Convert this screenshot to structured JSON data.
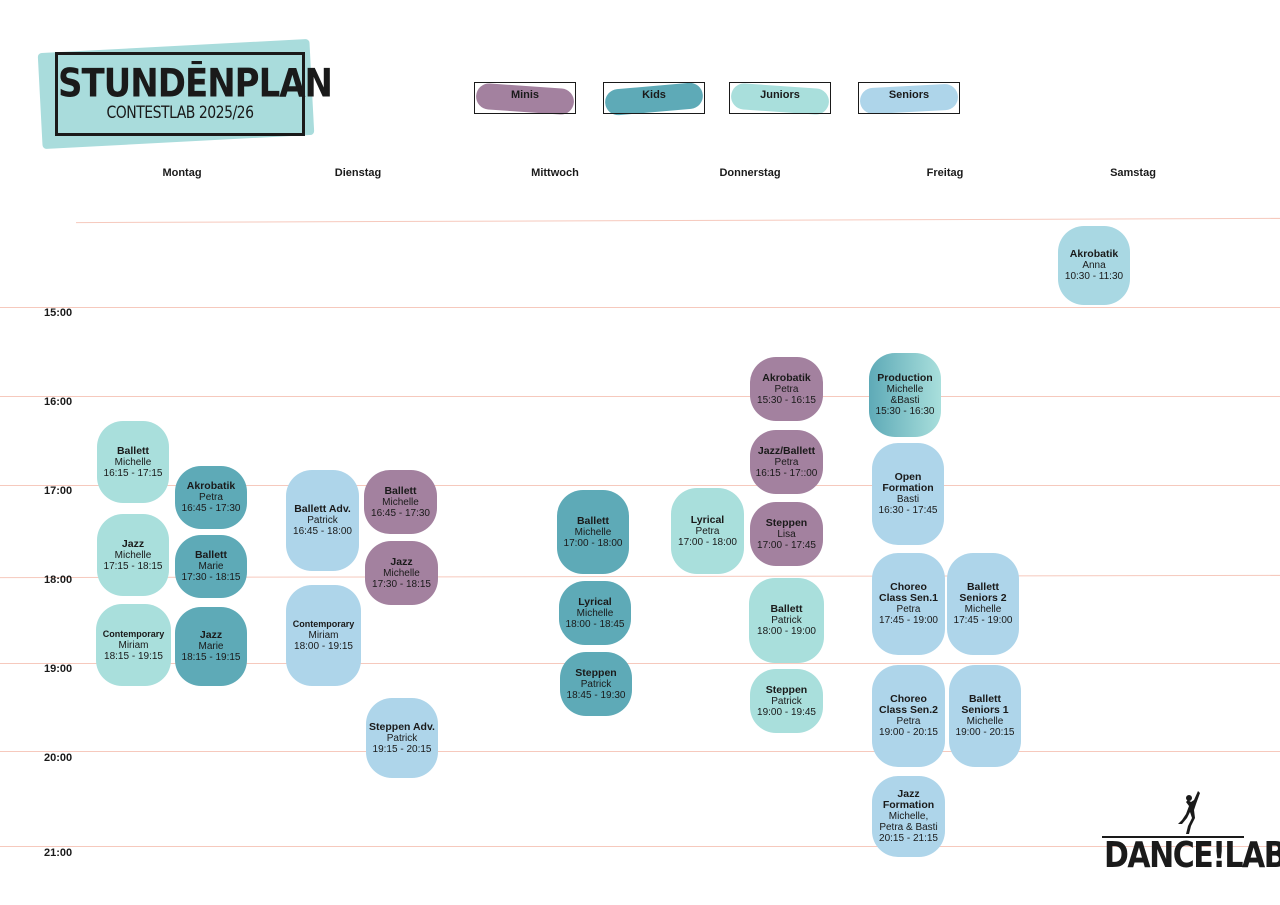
{
  "title": {
    "main": "STUNDĒNPLAN",
    "sub": "CONTESTLAB 2025/26"
  },
  "legend": [
    {
      "label": "Minis",
      "color": "#a3819f"
    },
    {
      "label": "Kids",
      "color": "#5eaab7"
    },
    {
      "label": "Juniors",
      "color": "#a9dfdc"
    },
    {
      "label": "Seniors",
      "color": "#aed5ea"
    }
  ],
  "days": [
    "Montag",
    "Dienstag",
    "Mittwoch",
    "Donnerstag",
    "Freitag",
    "Samstag"
  ],
  "times": [
    "15:00",
    "16:00",
    "17:00",
    "18:00",
    "19:00",
    "20:00",
    "21:00"
  ],
  "classes": [
    {
      "name": "Akrobatik",
      "teacher": "Anna",
      "time": "10:30 - 11:30",
      "group": "juniors-seniors"
    },
    {
      "name": "Ballett",
      "teacher": "Michelle",
      "time": "16:15 - 17:15",
      "group": "juniors"
    },
    {
      "name": "Akrobatik",
      "teacher": "Petra",
      "time": "16:45 - 17:30",
      "group": "kids"
    },
    {
      "name": "Jazz",
      "teacher": "Michelle",
      "time": "17:15 - 18:15",
      "group": "juniors"
    },
    {
      "name": "Ballett",
      "teacher": "Marie",
      "time": "17:30 - 18:15",
      "group": "kids"
    },
    {
      "name": "Contemporary",
      "teacher": "Miriam",
      "time": "18:15 - 19:15",
      "group": "juniors"
    },
    {
      "name": "Jazz",
      "teacher": "Marie",
      "time": "18:15 - 19:15",
      "group": "kids"
    },
    {
      "name": "Ballett Adv.",
      "teacher": "Patrick",
      "time": "16:45 - 18:00",
      "group": "seniors"
    },
    {
      "name": "Ballett",
      "teacher": "Michelle",
      "time": "16:45 - 17:30",
      "group": "minis"
    },
    {
      "name": "Jazz",
      "teacher": "Michelle",
      "time": "17:30 - 18:15",
      "group": "minis"
    },
    {
      "name": "Contemporary",
      "teacher": "Miriam",
      "time": "18:00 - 19:15",
      "group": "seniors"
    },
    {
      "name": "Steppen Adv.",
      "teacher": "Patrick",
      "time": "19:15 - 20:15",
      "group": "seniors"
    },
    {
      "name": "Ballett",
      "teacher": "Michelle",
      "time": "17:00 - 18:00",
      "group": "kids"
    },
    {
      "name": "Lyrical",
      "teacher": "Michelle",
      "time": "18:00 - 18:45",
      "group": "kids"
    },
    {
      "name": "Steppen",
      "teacher": "Patrick",
      "time": "18:45 - 19:30",
      "group": "kids"
    },
    {
      "name": "Lyrical",
      "teacher": "Petra",
      "time": "17:00 - 18:00",
      "group": "juniors"
    },
    {
      "name": "Akrobatik",
      "teacher": "Petra",
      "time": "15:30 - 16:15",
      "group": "minis"
    },
    {
      "name": "Jazz/Ballett",
      "teacher": "Petra",
      "time": "16:15 - 17::00",
      "group": "minis"
    },
    {
      "name": "Steppen",
      "teacher": "Lisa",
      "time": "17:00 - 17:45",
      "group": "minis"
    },
    {
      "name": "Ballett",
      "teacher": "Patrick",
      "time": "18:00 - 19:00",
      "group": "juniors"
    },
    {
      "name": "Steppen",
      "teacher": "Patrick",
      "time": "19:00 - 19:45",
      "group": "juniors"
    },
    {
      "name": "Production",
      "teacher": "Michelle &Basti",
      "time": "15:30 - 16:30",
      "group": "kids-juniors"
    },
    {
      "name": "Open Formation",
      "teacher": "Basti",
      "time": "16:30 - 17:45",
      "group": "seniors"
    },
    {
      "name": "Choreo Class Sen.1",
      "teacher": "Petra",
      "time": "17:45 - 19:00",
      "group": "seniors"
    },
    {
      "name": "Ballett Seniors 2",
      "teacher": "Michelle",
      "time": "17:45 - 19:00",
      "group": "seniors"
    },
    {
      "name": "Choreo Class Sen.2",
      "teacher": "Petra",
      "time": "19:00 - 20:15",
      "group": "seniors"
    },
    {
      "name": "Ballett Seniors 1",
      "teacher": "Michelle",
      "time": "19:00 - 20:15",
      "group": "seniors"
    },
    {
      "name": "Jazz Formation",
      "teacher": "Michelle, Petra & Basti",
      "time": "20:15 - 21:15",
      "group": "seniors"
    }
  ],
  "logo": {
    "text": "DANCE!LAB"
  }
}
